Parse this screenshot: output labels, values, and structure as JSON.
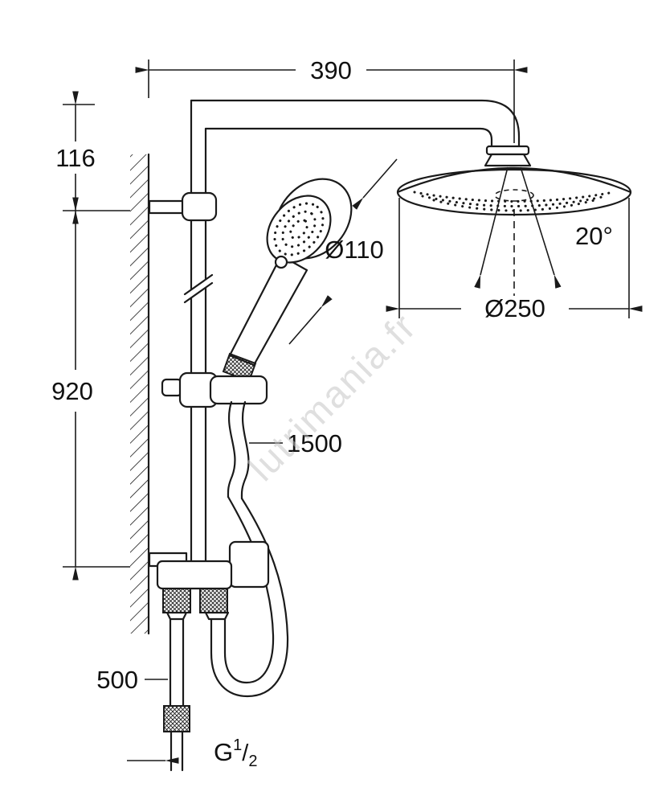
{
  "watermark": {
    "text": "lutrimania.fr"
  },
  "colors": {
    "line": "#1a1a1a",
    "background": "#ffffff",
    "watermark": "#c0c0c0"
  },
  "dimensions": {
    "top_width": "390",
    "wall_offset": "116",
    "rail_height": "920",
    "supply_hose_length": "500",
    "hand_hose_length": "1500",
    "hand_shower_diameter": "Ø110",
    "head_shower_diameter": "Ø250",
    "head_tilt_angle": "20°",
    "thread": {
      "prefix": "G",
      "numerator": "1",
      "slash": "/",
      "denominator": "2"
    }
  }
}
